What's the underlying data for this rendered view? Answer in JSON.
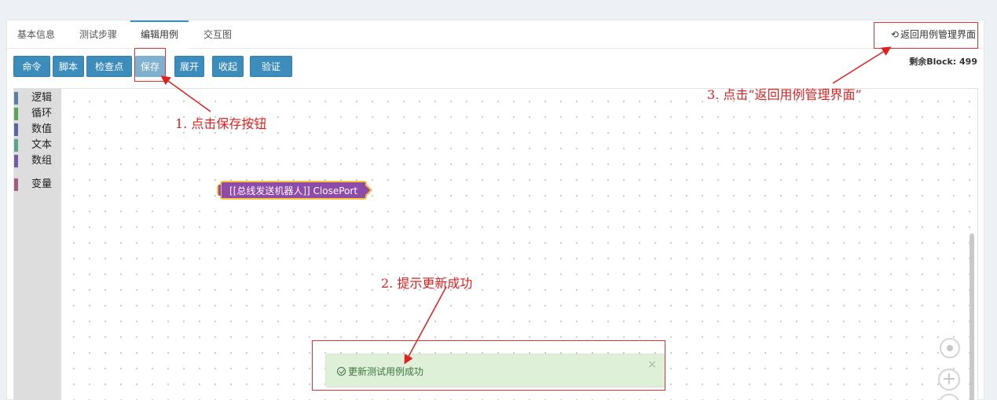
{
  "tabs": [
    {
      "label": "基本信息"
    },
    {
      "label": "测试步骤"
    },
    {
      "label": "编辑用例",
      "active": true
    },
    {
      "label": "交互图"
    }
  ],
  "return_link": {
    "label": "返回用例管理界面"
  },
  "remaining_block": {
    "label": "剩余Block:",
    "value": "499"
  },
  "toolbar": {
    "buttons": [
      {
        "label": "命令"
      },
      {
        "label": "脚本"
      },
      {
        "label": "检查点"
      },
      {
        "label": "保存",
        "disabled_look": true
      },
      {
        "label": "展开"
      },
      {
        "label": "收起"
      },
      {
        "label": "验证"
      }
    ]
  },
  "toolbox": {
    "categories": [
      {
        "label": "逻辑",
        "color": "#5b80a5"
      },
      {
        "label": "循环",
        "color": "#5ba55b"
      },
      {
        "label": "数值",
        "color": "#5b67a5"
      },
      {
        "label": "文本",
        "color": "#5ba58c"
      },
      {
        "label": "数组",
        "color": "#745ba5"
      },
      {
        "label": "变量",
        "color": "#a55b80"
      }
    ]
  },
  "block": {
    "text": "[[总线发送机器人]] ClosePort",
    "color": "#8e4ba8"
  },
  "toast": {
    "message": "更新测试用例成功",
    "close": "×"
  },
  "annotations": {
    "step1": "1. 点击保存按钮",
    "step2": "2. 提示更新成功",
    "step3": "3. 点击“返回用例管理界面”"
  },
  "colors": {
    "primary": "#3c8dbc",
    "annotation": "#e02020",
    "success_bg": "#dff0d8"
  }
}
